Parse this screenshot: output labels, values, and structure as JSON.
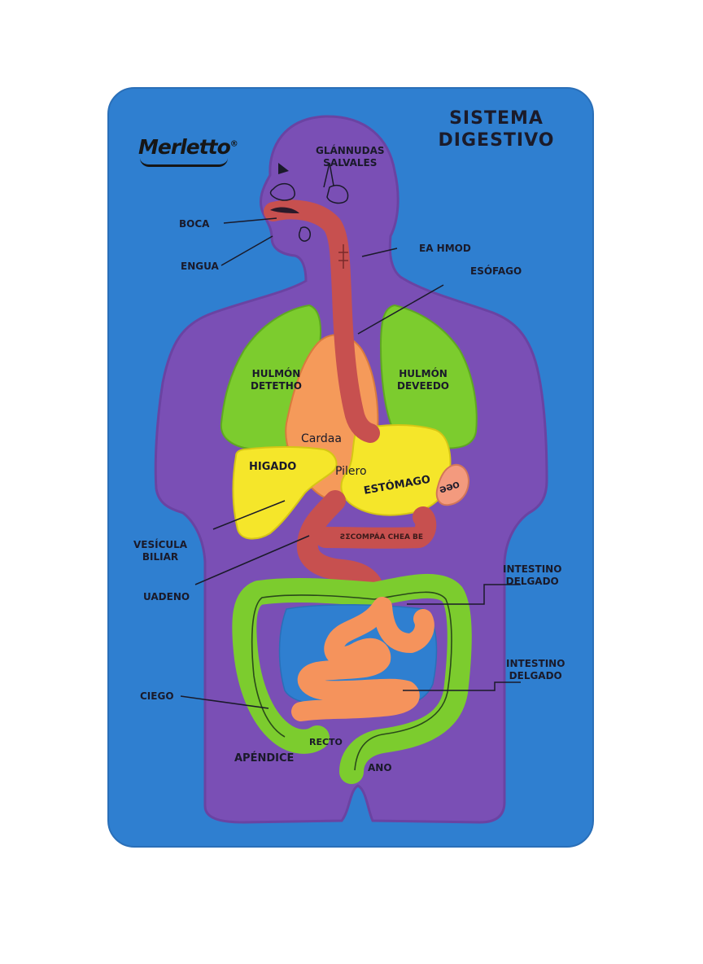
{
  "brand": {
    "name": "Merletto",
    "mark": "®"
  },
  "title": {
    "line1": "SISTEMA",
    "line2": "DIGESTIVO"
  },
  "labels": {
    "glandulas": {
      "line1": "GLÁNNUDAS",
      "line2": "SALVALES"
    },
    "boca": "BOCA",
    "lengua": "ENGUA",
    "ea_hmod": "EA HMOD",
    "esofago": "ESÓFAGO",
    "pulmon_derecho": {
      "line1": "HULMÓN",
      "line2": "DETETHO"
    },
    "pulmon_izquierdo": {
      "line1": "HULMÓN",
      "line2": "DEVEEDO"
    },
    "cardaa": "Cardaa",
    "higado": "HIGADO",
    "piloro": "Pilero",
    "estomago": "ESTÓMAGO",
    "bazo": "ƏƏO",
    "vesicula": {
      "line1": "VESÍCULA",
      "line2": "BILIAR"
    },
    "pancreas": "ƧΣCOMPÁA CHEA BE",
    "duodeno": "UADENO",
    "intestino_delgado_1": {
      "line1": "INTESTINO",
      "line2": "DELGADO"
    },
    "intestino_delgado_2": {
      "line1": "INTESTINO",
      "line2": "DELGADO"
    },
    "ciego": "CIEGO",
    "recto": "RECTO",
    "apendice": "APÉNDICE",
    "ano": "ANO"
  },
  "colors": {
    "board": "#2f7fd0",
    "body": "#7a4fb5",
    "lungs": "#7ccc2e",
    "heart": "#f59a5a",
    "liver": "#f5e62a",
    "stomach": "#f5e62a",
    "esophagus": "#c7504f",
    "spleen": "#f39a7e",
    "large_intestine": "#7ccc2e",
    "small_intestine": "#f5935c",
    "abdomen_cavity": "#2f7fd0",
    "text": "#1a1a2a"
  }
}
